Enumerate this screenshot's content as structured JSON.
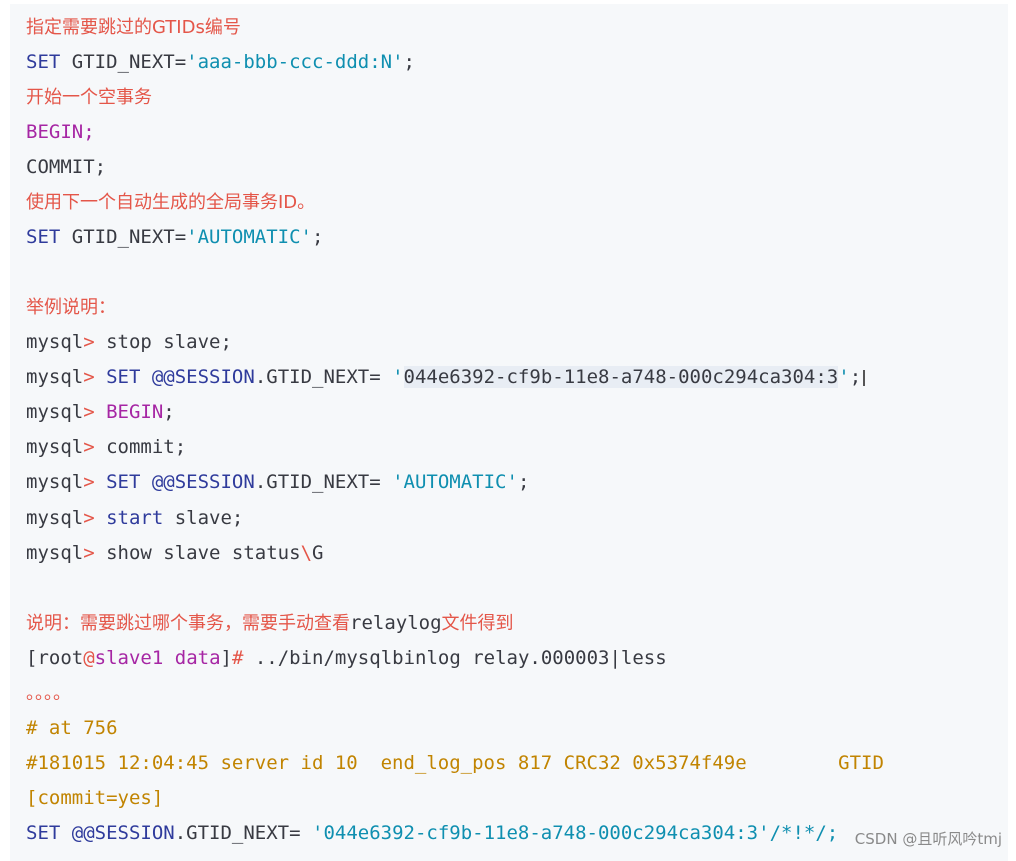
{
  "lines": {
    "l1": {
      "text": "指定需要跳过的GTIDs编号"
    },
    "l2": {
      "kw": "SET",
      "rest": " GTID_NEXT=",
      "str": "'aaa-bbb-ccc-ddd:N'",
      "end": ";"
    },
    "l3": {
      "text": "开始一个空事务"
    },
    "l4": {
      "text": "BEGIN;"
    },
    "l5": {
      "text": "COMMIT;"
    },
    "l6": {
      "text": "使用下一个自动生成的全局事务ID。"
    },
    "l7": {
      "kw": "SET",
      "rest": " GTID_NEXT=",
      "str": "'AUTOMATIC'",
      "end": ";"
    },
    "l8": {
      "text": "举例说明："
    },
    "l9": {
      "prompt": "mysql",
      "gt": ">",
      "cmd": " stop slave;"
    },
    "l10": {
      "prompt": "mysql",
      "gt": ">",
      "kw": " SET",
      "var": " @@SESSION",
      "rest": ".GTID_NEXT= ",
      "q1": "'",
      "val": "044e6392-cf9b-11e8-a748-000c294ca304:3",
      "q2": "'",
      "end": ";"
    },
    "l11": {
      "prompt": "mysql",
      "gt": ">",
      "kw": " BEGIN",
      "end": ";"
    },
    "l12": {
      "prompt": "mysql",
      "gt": ">",
      "cmd": " commit;"
    },
    "l13": {
      "prompt": "mysql",
      "gt": ">",
      "kw": " SET",
      "var": " @@SESSION",
      "rest": ".GTID_NEXT= ",
      "str": "'AUTOMATIC'",
      "end": ";"
    },
    "l14": {
      "prompt": "mysql",
      "gt": ">",
      "kw": " start",
      "cmd": " slave;"
    },
    "l15": {
      "prompt": "mysql",
      "gt": ">",
      "cmd": " show slave status",
      "bs": "\\",
      "g": "G"
    },
    "l16": {
      "text_a": "说明：需要跳过哪个事务，需要手动查看",
      "text_b": "relaylog",
      "text_c": "文件得到"
    },
    "l17": {
      "b1": "[root",
      "at": "@",
      "host": "slave1",
      "sp": " ",
      "dir": "data",
      "b2": "]",
      "hash": "#",
      "cmd": " ../bin/mysqlbinlog relay.000003|less"
    },
    "l18": {
      "text": "。。。。"
    },
    "l19": {
      "text": "# at 756"
    },
    "l20": {
      "text": "#181015 12:04:45 server id 10  end_log_pos 817 CRC32 0x5374f49e        GTID"
    },
    "l21": {
      "text": "[commit=yes]"
    },
    "l22": {
      "kw": "SET",
      "var": " @@SESSION",
      "rest": ".GTID_NEXT= ",
      "str": "'044e6392-cf9b-11e8-a748-000c294ca304:3'",
      "tail": "/*!*/;"
    }
  },
  "watermark": "CSDN @且听风吟tmj"
}
